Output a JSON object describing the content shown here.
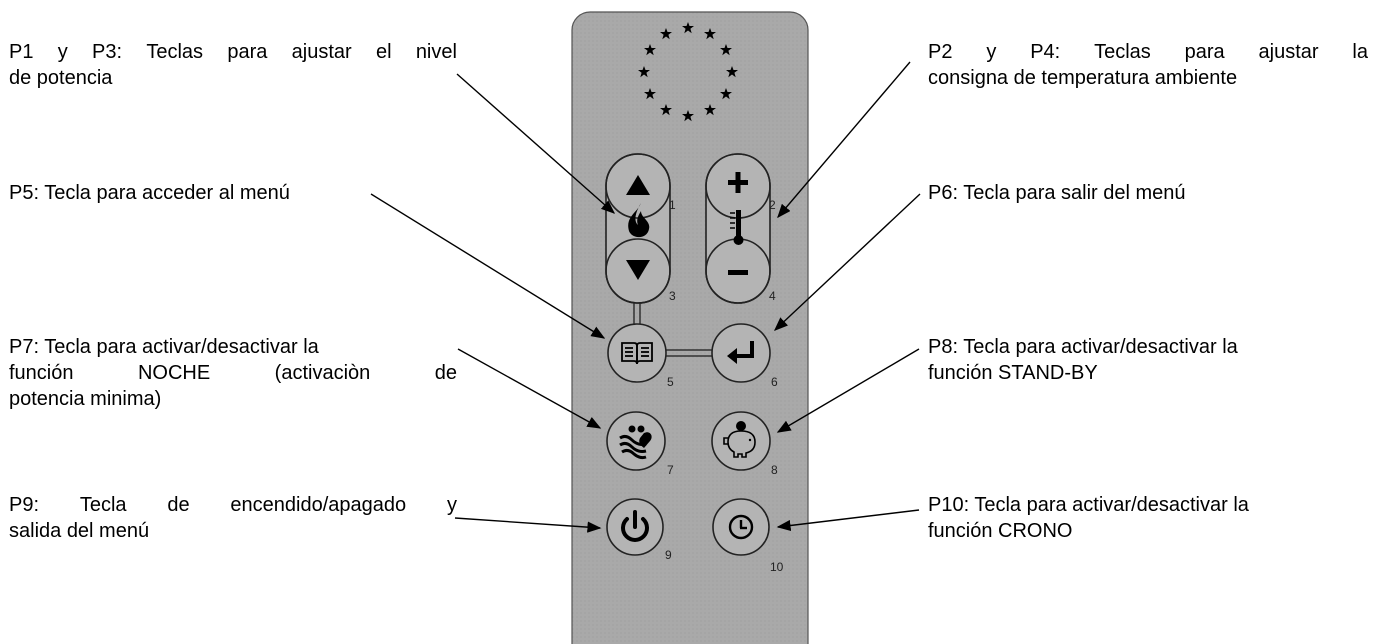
{
  "labels": {
    "p1p3": {
      "line1_words": [
        "P1",
        "y",
        "P3:",
        "Teclas",
        "para",
        "ajustar",
        "el",
        "nivel"
      ],
      "line2": "de potencia"
    },
    "p2p4": {
      "line1_words": [
        "P2",
        "y",
        "P4:",
        "Teclas",
        "para",
        "ajustar",
        "la"
      ],
      "line2": "consigna de temperatura ambiente"
    },
    "p5": "P5: Tecla para acceder al menú",
    "p6": "P6: Tecla para salir del menú",
    "p7": {
      "line1": "P7: Tecla para activar/desactivar la",
      "line2_words": [
        "función",
        "NOCHE",
        "(activaciòn",
        "de"
      ],
      "line3": "potencia minima)"
    },
    "p8": {
      "line1": "P8: Tecla para activar/desactivar la",
      "line2": "función STAND-BY"
    },
    "p9": {
      "line1_words": [
        "P9:",
        "Tecla",
        "de",
        "encendido/apagado",
        "y"
      ],
      "line2": "salida del menú"
    },
    "p10": {
      "line1": "P10: Tecla para activar/desactivar la",
      "line2": "función CRONO"
    }
  },
  "buttons": {
    "b1": "1",
    "b2": "2",
    "b3": "3",
    "b4": "4",
    "b5": "5",
    "b6": "6",
    "b7": "7",
    "b8": "8",
    "b9": "9",
    "b10": "10"
  },
  "colors": {
    "remote_body": "#a9a9a9",
    "button_face": "#b4b4b4",
    "ink": "#000000"
  },
  "icons": [
    "star-icon",
    "arrow-up-icon",
    "flame-icon",
    "arrow-down-icon",
    "plus-icon",
    "thermometer-icon",
    "minus-icon",
    "book-menu-icon",
    "enter-return-icon",
    "night-mode-icon",
    "piggy-bank-icon",
    "power-icon",
    "clock-icon"
  ]
}
